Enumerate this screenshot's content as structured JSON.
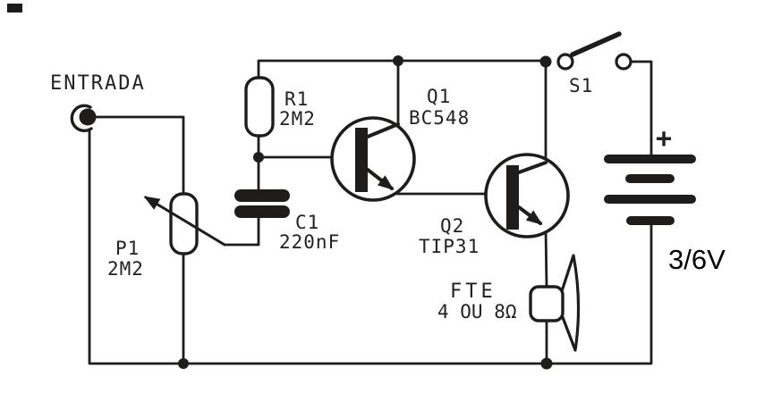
{
  "diagram": {
    "type": "circuit-schematic",
    "input_label": "ENTRADA",
    "ink_color": "#1e1d1b",
    "background_color": "#ffffff",
    "components": {
      "p1": {
        "ref": "P1",
        "value": "2M2",
        "kind": "potentiometer"
      },
      "r1": {
        "ref": "R1",
        "value": "2M2",
        "kind": "resistor"
      },
      "c1": {
        "ref": "C1",
        "value": "220nF",
        "kind": "capacitor"
      },
      "q1": {
        "ref": "Q1",
        "value": "BC548",
        "kind": "npn-transistor"
      },
      "q2": {
        "ref": "Q2",
        "value": "TIP31",
        "kind": "npn-transistor"
      },
      "s1": {
        "ref": "S1",
        "kind": "switch"
      },
      "speaker": {
        "ref": "FTE",
        "value": "4 OU 8Ω",
        "kind": "loudspeaker"
      },
      "battery": {
        "polarity": "+",
        "voltage": "3/6V",
        "kind": "battery"
      }
    }
  }
}
